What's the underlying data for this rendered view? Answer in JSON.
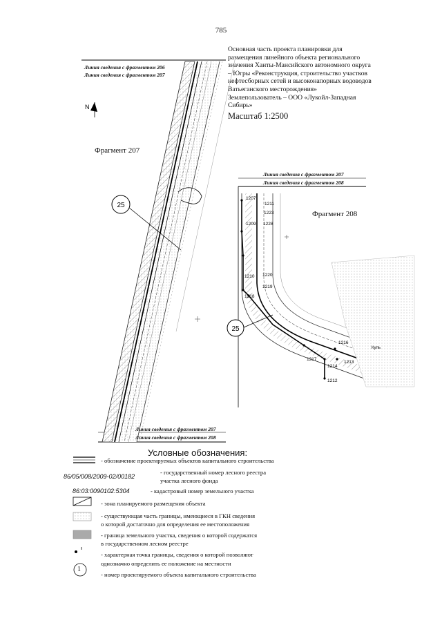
{
  "page_number": "785",
  "title": {
    "lines": [
      "Основная часть проекта планировки для",
      "размещения линейного объекта регионального",
      "значения Ханты-Мансийского автономного округа",
      "– Югры «Реконструкция, строительство участков",
      "нефтесборных сетей и высоконапорных водоводов",
      "Ватьеганского месторождения»",
      "Землепользователь – ООО «Лукойл-Западная",
      "Сибирь»"
    ],
    "scale": "Масштаб 1:2500"
  },
  "map": {
    "north": "N",
    "fragment_207": "Фрагмент 207",
    "fragment_208": "Фрагмент 208",
    "merge_top_206": "Линия сведения с фрагментом 206",
    "merge_top_207": "Линия сведения с фрагментом 207",
    "merge_mid_207": "Линия сведения с фрагментом 207",
    "merge_mid_208": "Линия сведения с фрагментом 208",
    "merge_bot_207": "Линия сведения с фрагментом 207",
    "merge_bot_208": "Линия сведения с фрагментом 208",
    "object_number": "25",
    "road_label": "Куль",
    "points": [
      "1207",
      "1211",
      "1223",
      "1209",
      "1228",
      "1220",
      "1210",
      "1219",
      "1218",
      "1216",
      "1217",
      "1214",
      "1213",
      "1212"
    ]
  },
  "legend": {
    "title": "Условные обозначения:",
    "items": [
      {
        "text": "- обозначение проектируемых объектов капитального строительства"
      },
      {
        "code": "86/05/008/2009-02/00182",
        "text": "- государственный номер лесного реестра",
        "text2": "участка лесного фонда"
      },
      {
        "code": "86:03:0090102:5304",
        "text": "- кадастровый номер земельного участка"
      },
      {
        "text": "- зона планируемого размещения объекта"
      },
      {
        "text": "- существующая часть границы, имеющиеся в ГКН сведения",
        "text2": "о которой достаточно для определения ее местоположения"
      },
      {
        "text": "- граница земельного участка, сведения о которой содержатся",
        "text2": "в государственном лесном реестре"
      },
      {
        "text": "- характерная точка границы, сведения о которой позволяют",
        "text2": "однозначно определить ее положение на местности"
      },
      {
        "symbol": "1",
        "text": "- номер проектируемого объекта капитального строительства"
      }
    ]
  }
}
